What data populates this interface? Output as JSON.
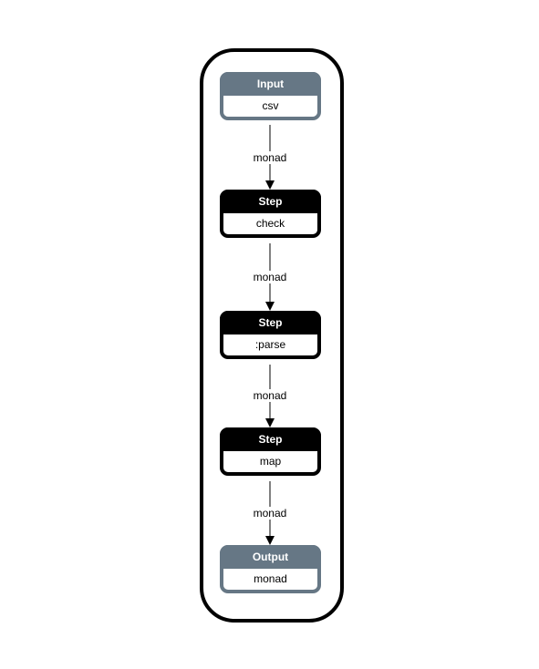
{
  "diagram": {
    "nodes": [
      {
        "header": "Input",
        "body": "csv",
        "kind": "io"
      },
      {
        "header": "Step",
        "body": "check",
        "kind": "step"
      },
      {
        "header": "Step",
        "body": ":parse",
        "kind": "step"
      },
      {
        "header": "Step",
        "body": "map",
        "kind": "step"
      },
      {
        "header": "Output",
        "body": "monad",
        "kind": "io"
      }
    ],
    "edges": [
      {
        "label": "monad"
      },
      {
        "label": "monad"
      },
      {
        "label": "monad"
      },
      {
        "label": "monad"
      }
    ],
    "colors": {
      "io_header": "#667785",
      "step_header": "#000000",
      "container_border": "#000000"
    }
  }
}
